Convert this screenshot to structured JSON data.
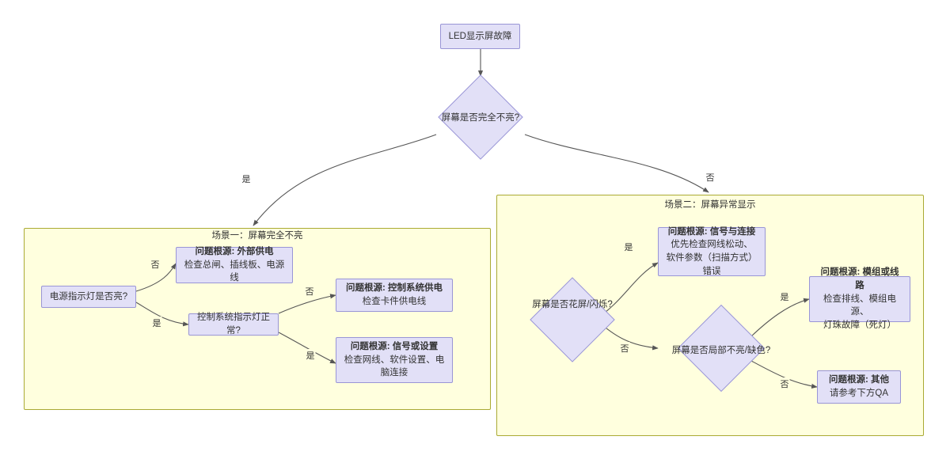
{
  "diagram": {
    "type": "flowchart",
    "title_node": {
      "label": "LED显示屏故障"
    },
    "root_decision": {
      "label": "屏幕是否完全不亮?"
    },
    "root_edges": {
      "yes": "是",
      "no": "否"
    },
    "clusters": [
      {
        "id": "scenario-1",
        "label": "场景一：屏幕完全不亮"
      },
      {
        "id": "scenario-2",
        "label": "场景二：屏幕异常显示"
      }
    ],
    "scenario1": {
      "q1": {
        "label": "电源指示灯是否亮?"
      },
      "q1_no_label": "否",
      "q1_yes_label": "是",
      "r1": {
        "title": "问题根源: 外部供电",
        "sub": "检查总闸、插线板、电源线"
      },
      "q2": {
        "label": "控制系统指示灯正常?"
      },
      "q2_no_label": "否",
      "q2_yes_label": "是",
      "r2": {
        "title": "问题根源: 控制系统供电",
        "sub": "检查卡件供电线"
      },
      "r3": {
        "title": "问题根源: 信号或设置",
        "sub": "检查网线、软件设置、电脑连接"
      }
    },
    "scenario2": {
      "q3": {
        "label": "屏幕是否花屏/闪烁?"
      },
      "q3_yes_label": "是",
      "q3_no_label": "否",
      "r4": {
        "title": "问题根源: 信号与连接",
        "sub1": "优先检查网线松动、",
        "sub2": "软件参数（扫描方式）错误"
      },
      "q4": {
        "label": "屏幕是否局部不亮/缺色?"
      },
      "q4_yes_label": "是",
      "q4_no_label": "否",
      "r5": {
        "title": "问题根源: 模组或线路",
        "sub1": "检查排线、模组电源、",
        "sub2": "灯珠故障（死灯）"
      },
      "r6": {
        "title": "问题根源: 其他",
        "sub": "请参考下方QA"
      }
    },
    "colors": {
      "node_fill": "#e2e0f7",
      "node_stroke": "#9995d6",
      "cluster_fill": "#ffffde",
      "cluster_stroke": "#aaaa33",
      "edge_stroke": "#565656",
      "text": "#333333",
      "background": "#ffffff"
    }
  }
}
